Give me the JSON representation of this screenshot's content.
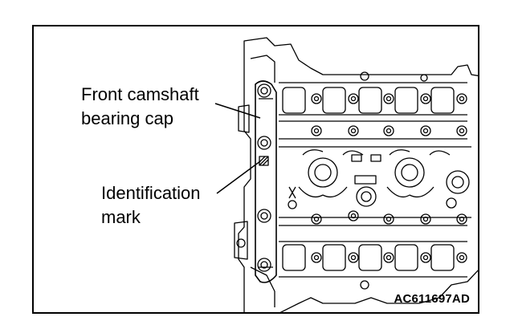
{
  "figure_code": "AC611697AD",
  "callouts": {
    "front_cap": {
      "line1": "Front camshaft",
      "line2": "bearing cap"
    },
    "id_mark": {
      "line1": "Identification",
      "line2": "mark"
    }
  }
}
